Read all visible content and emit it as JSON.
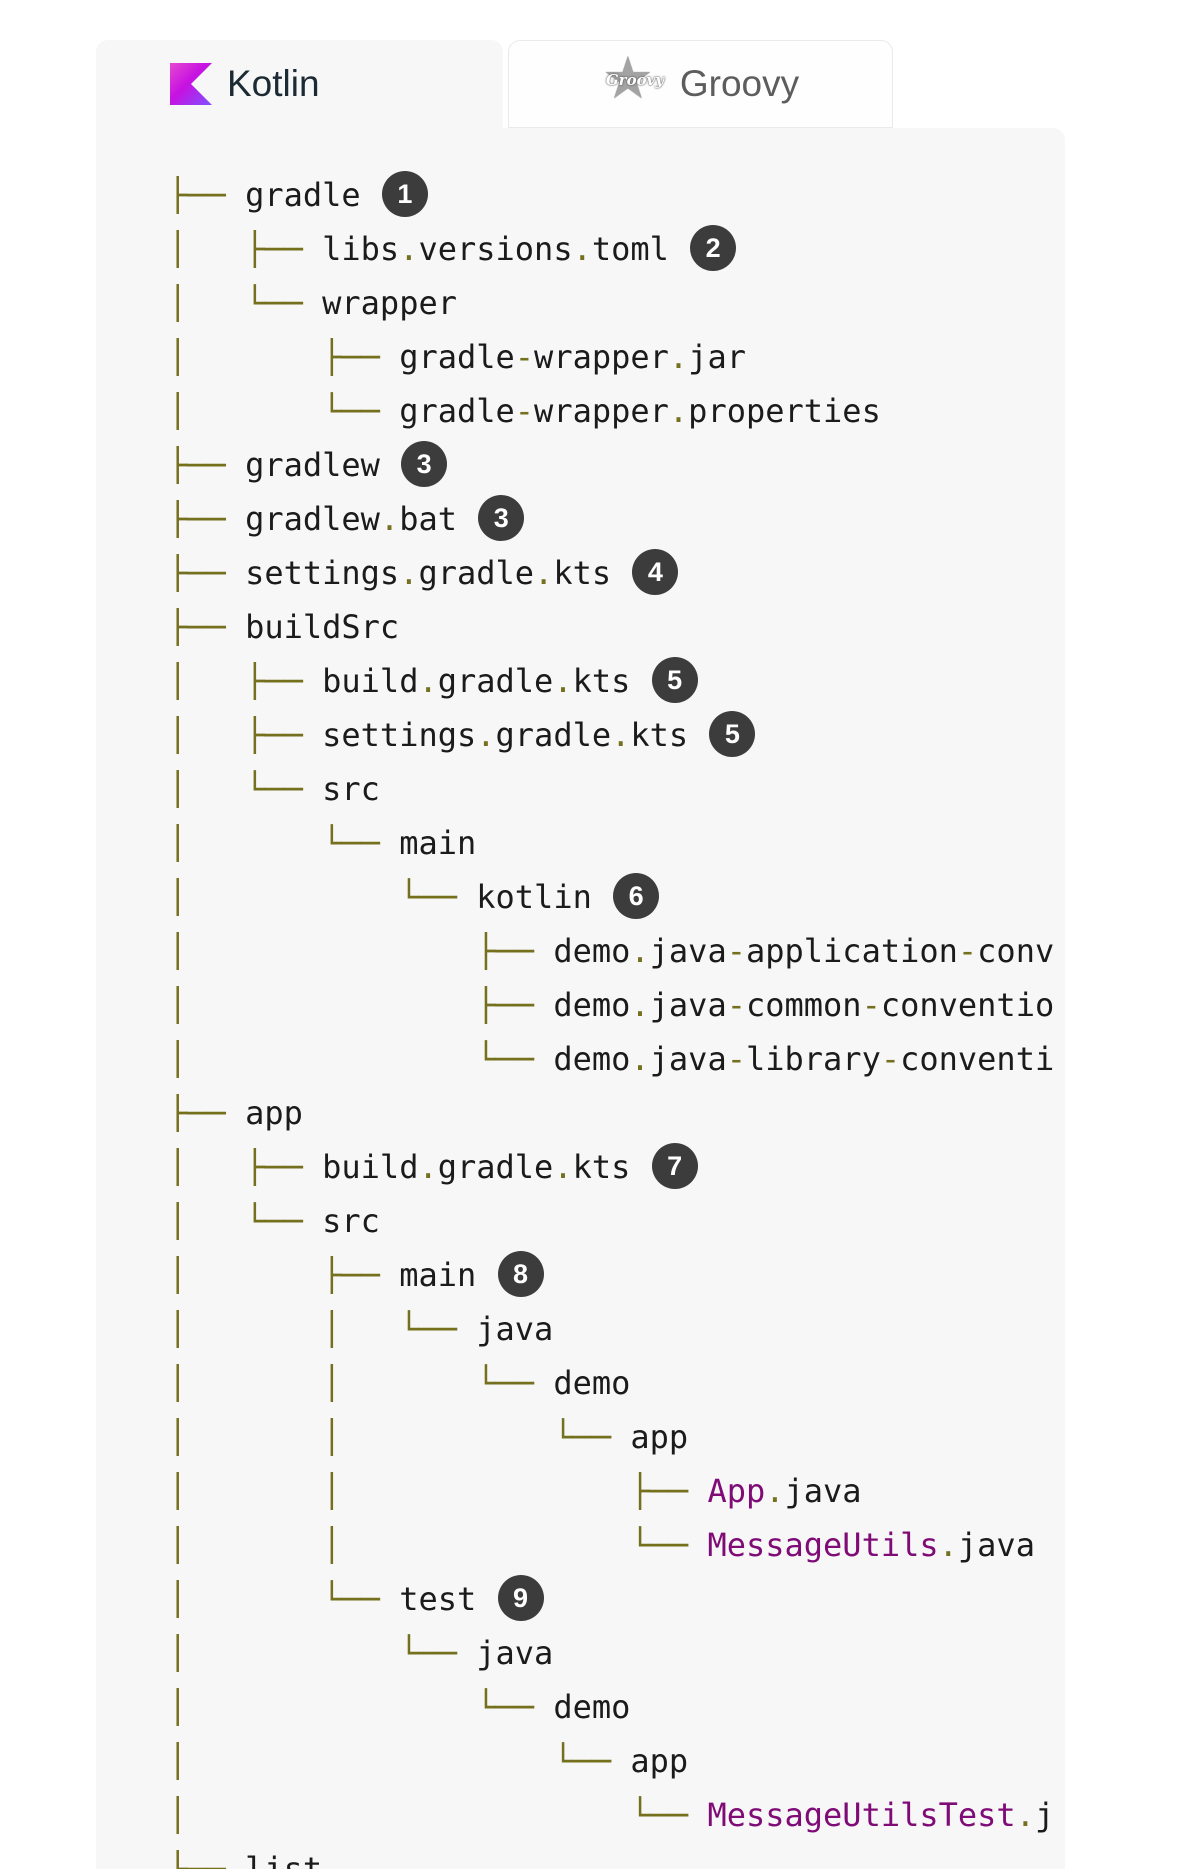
{
  "tabs": {
    "kotlin": {
      "label": "Kotlin",
      "active": true
    },
    "groovy": {
      "label": "Groovy",
      "active": false
    }
  },
  "icons": {
    "kotlin_logo": "kotlin-k-mark",
    "groovy_logo": "groovy-star",
    "groovy_star_glyph": "★",
    "groovy_star_text": "Groovy"
  },
  "colors": {
    "panel_bg": "#f7f7f8",
    "tree_punctuation": "#75701e",
    "tree_name": "#1b1b1b",
    "java_class": "#7f0c76",
    "badge_bg": "#3c3c3c",
    "badge_text": "#ffffff",
    "kotlin_tab_text": "#1c2a33",
    "groovy_tab_text": "#5d5d5d",
    "kotlin_logo_gradient": [
      "#c711e1",
      "#7f52ff"
    ]
  },
  "tree": {
    "lines": [
      {
        "segments": [
          [
            "p",
            "├── "
          ],
          [
            "n",
            "gradle"
          ]
        ],
        "badge": "1"
      },
      {
        "segments": [
          [
            "p",
            "│   ├── "
          ],
          [
            "n",
            "libs"
          ],
          [
            "p",
            "."
          ],
          [
            "n",
            "versions"
          ],
          [
            "p",
            "."
          ],
          [
            "n",
            "toml"
          ]
        ],
        "badge": "2"
      },
      {
        "segments": [
          [
            "p",
            "│   └── "
          ],
          [
            "n",
            "wrapper"
          ]
        ]
      },
      {
        "segments": [
          [
            "p",
            "│       ├── "
          ],
          [
            "n",
            "gradle"
          ],
          [
            "p",
            "-"
          ],
          [
            "n",
            "wrapper"
          ],
          [
            "p",
            "."
          ],
          [
            "n",
            "jar"
          ]
        ]
      },
      {
        "segments": [
          [
            "p",
            "│       └── "
          ],
          [
            "n",
            "gradle"
          ],
          [
            "p",
            "-"
          ],
          [
            "n",
            "wrapper"
          ],
          [
            "p",
            "."
          ],
          [
            "n",
            "properties"
          ]
        ]
      },
      {
        "segments": [
          [
            "p",
            "├── "
          ],
          [
            "n",
            "gradlew"
          ]
        ],
        "badge": "3"
      },
      {
        "segments": [
          [
            "p",
            "├── "
          ],
          [
            "n",
            "gradlew"
          ],
          [
            "p",
            "."
          ],
          [
            "n",
            "bat"
          ]
        ],
        "badge": "3"
      },
      {
        "segments": [
          [
            "p",
            "├── "
          ],
          [
            "n",
            "settings"
          ],
          [
            "p",
            "."
          ],
          [
            "n",
            "gradle"
          ],
          [
            "p",
            "."
          ],
          [
            "n",
            "kts"
          ]
        ],
        "badge": "4"
      },
      {
        "segments": [
          [
            "p",
            "├── "
          ],
          [
            "n",
            "buildSrc"
          ]
        ]
      },
      {
        "segments": [
          [
            "p",
            "│   ├── "
          ],
          [
            "n",
            "build"
          ],
          [
            "p",
            "."
          ],
          [
            "n",
            "gradle"
          ],
          [
            "p",
            "."
          ],
          [
            "n",
            "kts"
          ]
        ],
        "badge": "5"
      },
      {
        "segments": [
          [
            "p",
            "│   ├── "
          ],
          [
            "n",
            "settings"
          ],
          [
            "p",
            "."
          ],
          [
            "n",
            "gradle"
          ],
          [
            "p",
            "."
          ],
          [
            "n",
            "kts"
          ]
        ],
        "badge": "5"
      },
      {
        "segments": [
          [
            "p",
            "│   └── "
          ],
          [
            "n",
            "src"
          ]
        ]
      },
      {
        "segments": [
          [
            "p",
            "│       └── "
          ],
          [
            "n",
            "main"
          ]
        ]
      },
      {
        "segments": [
          [
            "p",
            "│           └── "
          ],
          [
            "n",
            "kotlin"
          ]
        ],
        "badge": "6"
      },
      {
        "segments": [
          [
            "p",
            "│               ├── "
          ],
          [
            "n",
            "demo"
          ],
          [
            "p",
            "."
          ],
          [
            "n",
            "java"
          ],
          [
            "p",
            "-"
          ],
          [
            "n",
            "application"
          ],
          [
            "p",
            "-"
          ],
          [
            "n",
            "conv"
          ]
        ]
      },
      {
        "segments": [
          [
            "p",
            "│               ├── "
          ],
          [
            "n",
            "demo"
          ],
          [
            "p",
            "."
          ],
          [
            "n",
            "java"
          ],
          [
            "p",
            "-"
          ],
          [
            "n",
            "common"
          ],
          [
            "p",
            "-"
          ],
          [
            "n",
            "conventio"
          ]
        ]
      },
      {
        "segments": [
          [
            "p",
            "│               └── "
          ],
          [
            "n",
            "demo"
          ],
          [
            "p",
            "."
          ],
          [
            "n",
            "java"
          ],
          [
            "p",
            "-"
          ],
          [
            "n",
            "library"
          ],
          [
            "p",
            "-"
          ],
          [
            "n",
            "conventi"
          ]
        ]
      },
      {
        "segments": [
          [
            "p",
            "├── "
          ],
          [
            "n",
            "app"
          ]
        ]
      },
      {
        "segments": [
          [
            "p",
            "│   ├── "
          ],
          [
            "n",
            "build"
          ],
          [
            "p",
            "."
          ],
          [
            "n",
            "gradle"
          ],
          [
            "p",
            "."
          ],
          [
            "n",
            "kts"
          ]
        ],
        "badge": "7"
      },
      {
        "segments": [
          [
            "p",
            "│   └── "
          ],
          [
            "n",
            "src"
          ]
        ]
      },
      {
        "segments": [
          [
            "p",
            "│       ├── "
          ],
          [
            "n",
            "main"
          ]
        ],
        "badge": "8"
      },
      {
        "segments": [
          [
            "p",
            "│       │   └── "
          ],
          [
            "n",
            "java"
          ]
        ]
      },
      {
        "segments": [
          [
            "p",
            "│       │       └── "
          ],
          [
            "n",
            "demo"
          ]
        ]
      },
      {
        "segments": [
          [
            "p",
            "│       │           └── "
          ],
          [
            "n",
            "app"
          ]
        ]
      },
      {
        "segments": [
          [
            "p",
            "│       │               ├── "
          ],
          [
            "cls",
            "App"
          ],
          [
            "p",
            "."
          ],
          [
            "n",
            "java"
          ]
        ]
      },
      {
        "segments": [
          [
            "p",
            "│       │               └── "
          ],
          [
            "cls",
            "MessageUtils"
          ],
          [
            "p",
            "."
          ],
          [
            "n",
            "java"
          ]
        ]
      },
      {
        "segments": [
          [
            "p",
            "│       └── "
          ],
          [
            "n",
            "test"
          ]
        ],
        "badge": "9"
      },
      {
        "segments": [
          [
            "p",
            "│           └── "
          ],
          [
            "n",
            "java"
          ]
        ]
      },
      {
        "segments": [
          [
            "p",
            "│               └── "
          ],
          [
            "n",
            "demo"
          ]
        ]
      },
      {
        "segments": [
          [
            "p",
            "│                   └── "
          ],
          [
            "n",
            "app"
          ]
        ]
      },
      {
        "segments": [
          [
            "p",
            "│                       └── "
          ],
          [
            "cls",
            "MessageUtilsTest"
          ],
          [
            "p",
            "."
          ],
          [
            "n",
            "j"
          ]
        ]
      },
      {
        "segments": [
          [
            "p",
            "├── "
          ],
          [
            "n",
            "list"
          ]
        ]
      }
    ]
  }
}
